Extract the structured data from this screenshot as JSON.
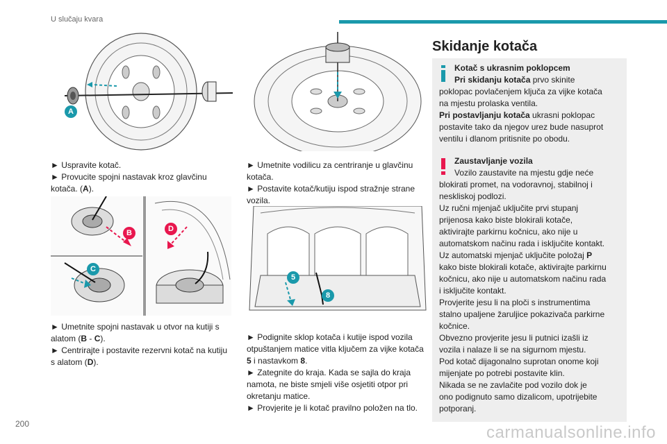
{
  "header": {
    "title": "U slučaju kvara"
  },
  "footer": {
    "page_number": "200",
    "watermark": "carmanualsonline.info"
  },
  "colors": {
    "accent": "#1a99ab",
    "callout": "#e8174e",
    "notice_bg": "#eeeeee"
  },
  "figures": {
    "a_label": "A",
    "b_label": "B",
    "c_label": "C",
    "d_label": "D",
    "five_label": "5",
    "eight_label": "8"
  },
  "col1": {
    "block1": {
      "l1": "► Uspravite kotač.",
      "l2": "► Provucite spojni nastavak kroz glavčinu",
      "l3a": "kotača. (",
      "l3b": "A",
      "l3c": ")."
    },
    "block2": {
      "l1": "► Umetnite spojni nastavak u otvor na kutiji s",
      "l2a": "alatom (",
      "l2b": "B",
      "l2c": " - ",
      "l2d": "C",
      "l2e": ").",
      "l3": "► Centrirajte i postavite rezervni kotač na kutiju",
      "l4a": "s alatom (",
      "l4b": "D",
      "l4c": ")."
    }
  },
  "col2": {
    "block1": {
      "l1": "► Umetnite vodilicu za centriranje u glavčinu",
      "l2": "kotača.",
      "l3": "► Postavite kotač/kutiju ispod stražnje strane",
      "l4": "vozila."
    },
    "block2": {
      "l1": "► Podignite sklop kotača i kutije ispod vozila",
      "l2": "otpuštanjem matice vitla ključem za vijke kotača",
      "l3a": "5",
      "l3b": " i nastavkom ",
      "l3c": "8",
      "l3d": ".",
      "l4": "► Zategnite do kraja. Kada se sajla do kraja",
      "l5": "namota, ne biste smjeli više osjetiti otpor pri",
      "l6": "okretanju matice.",
      "l7": "► Provjerite je li kotač pravilno položen na tlo."
    }
  },
  "col3": {
    "title": "Skidanje kotača",
    "info": {
      "heading": "Kotač s ukrasnim poklopcem",
      "l1a": "Pri skidanju kotača",
      "l1b": " prvo skinite",
      "l2": "poklopac povlačenjem ključa za vijke kotača",
      "l3": "na mjestu prolaska ventila.",
      "l4a": "Pri postavljanju kotača",
      "l4b": " ukrasni poklopac",
      "l5": "postavite tako da njegov urez bude nasuprot",
      "l6": "ventilu i dlanom pritisnite po obodu."
    },
    "warning": {
      "heading": "Zaustavljanje vozila",
      "l1": "Vozilo zaustavite na mjestu gdje neće",
      "l2": "blokirati promet, na vodoravnoj, stabilnoj i",
      "l3": "neskliskoj podlozi.",
      "l4": "Uz ručni mjenjač uključite prvi stupanj",
      "l5": "prijenosa kako biste blokirali kotače,",
      "l6": "aktivirajte parkirnu kočnicu, ako nije u",
      "l7": "automatskom načinu rada i isključite kontakt.",
      "l8a": "Uz automatski mjenjač uključite položaj ",
      "l8b": "P",
      "l9": "kako biste blokirali kotače, aktivirajte parkirnu",
      "l10": "kočnicu, ako nije u automatskom načinu rada",
      "l11": "i isključite kontakt.",
      "l12": "Provjerite jesu li na ploči s instrumentima",
      "l13": "stalno upaljene žaruljice pokazivača parkirne",
      "l14": "kočnice.",
      "l15": "Obvezno provjerite jesu li putnici izašli iz",
      "l16": "vozila i nalaze li se na sigurnom mjestu.",
      "l17": "Pod kotač dijagonalno suprotan onome koji",
      "l18": "mijenjate po potrebi postavite klin.",
      "l19": "Nikada se ne zavlačite pod vozilo dok je",
      "l20": "ono podignuto samo dizalicom, upotrijebite",
      "l21": "potporanj."
    }
  }
}
